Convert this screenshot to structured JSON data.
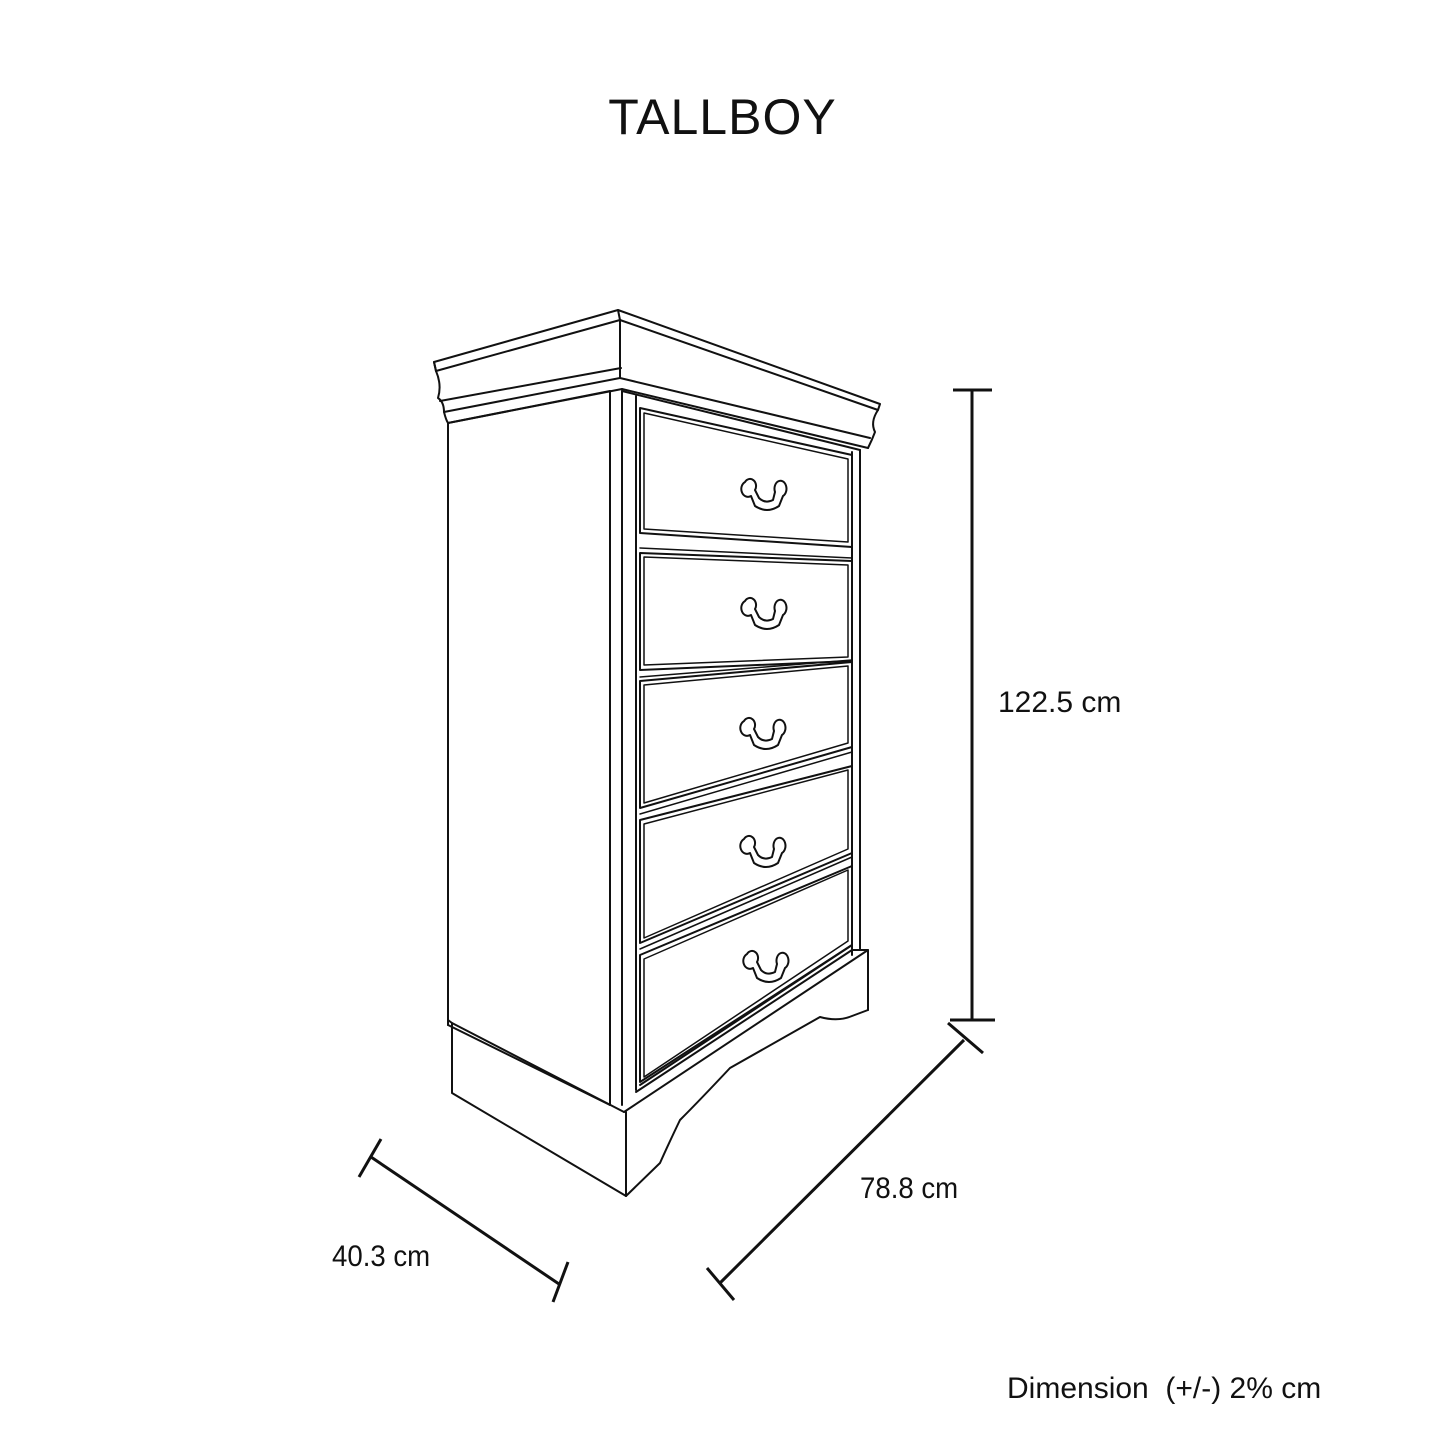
{
  "title": "TALLBOY",
  "dimensions": {
    "height": "122.5 cm",
    "width": "78.8 cm",
    "depth": "40.3 cm"
  },
  "note": "Dimension  (+/-) 2% cm",
  "product": {
    "type": "tallboy",
    "drawer_count": 5,
    "icons": {
      "drawer_handle": "bail-pull-handle-icon",
      "dimension_marker": "dimension-line-icon"
    }
  },
  "colors": {
    "background": "#ffffff",
    "line": "#111111"
  }
}
